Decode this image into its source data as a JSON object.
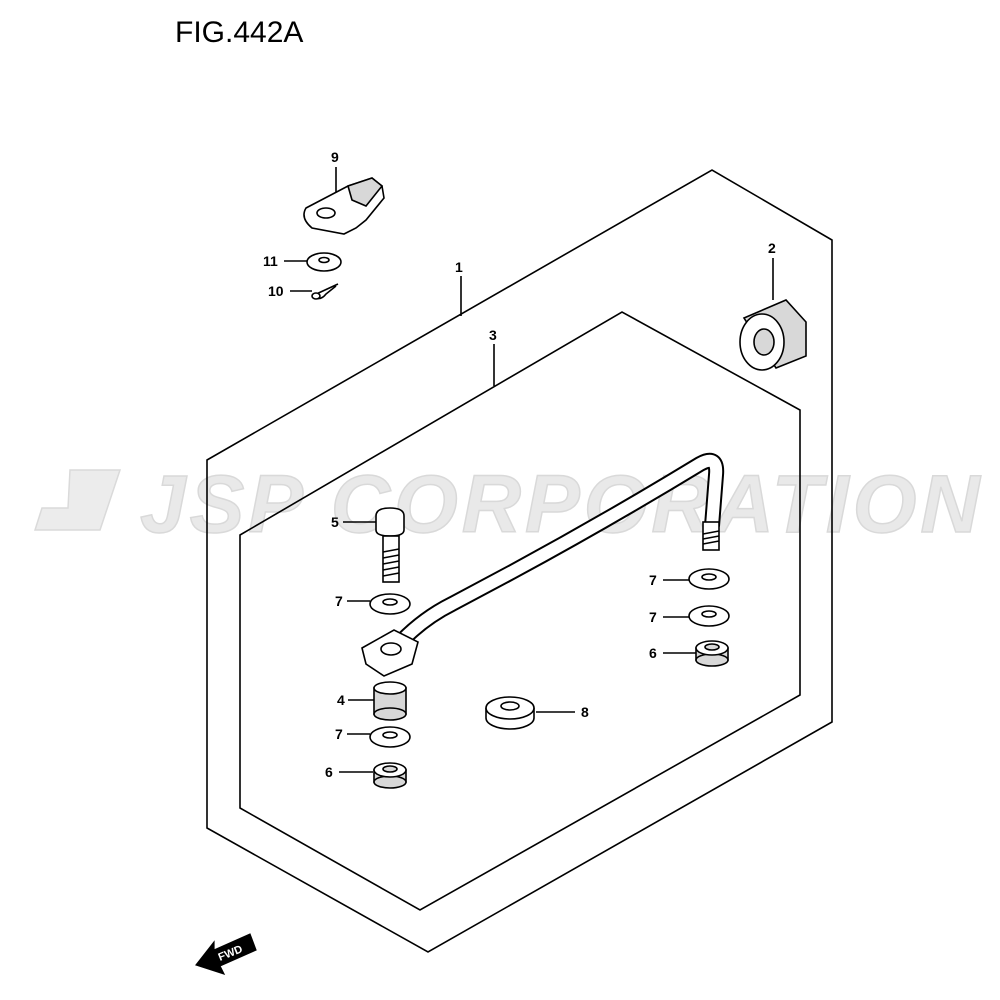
{
  "figure": {
    "title": "FIG.442A",
    "watermark": "JSP CORPORATION",
    "direction_label": "FWD"
  },
  "callouts": {
    "c1": "1",
    "c2": "2",
    "c3": "3",
    "c4": "4",
    "c5": "5",
    "c6a": "6",
    "c6b": "6",
    "c7a": "7",
    "c7b": "7",
    "c7c": "7",
    "c7d": "7",
    "c8": "8",
    "c9": "9",
    "c10": "10",
    "c11": "11"
  },
  "colors": {
    "line": "#000000",
    "part_fill": "#ffffff",
    "part_shade": "#d8d8d8",
    "watermark": "#e9e9e9",
    "background": "#ffffff"
  }
}
